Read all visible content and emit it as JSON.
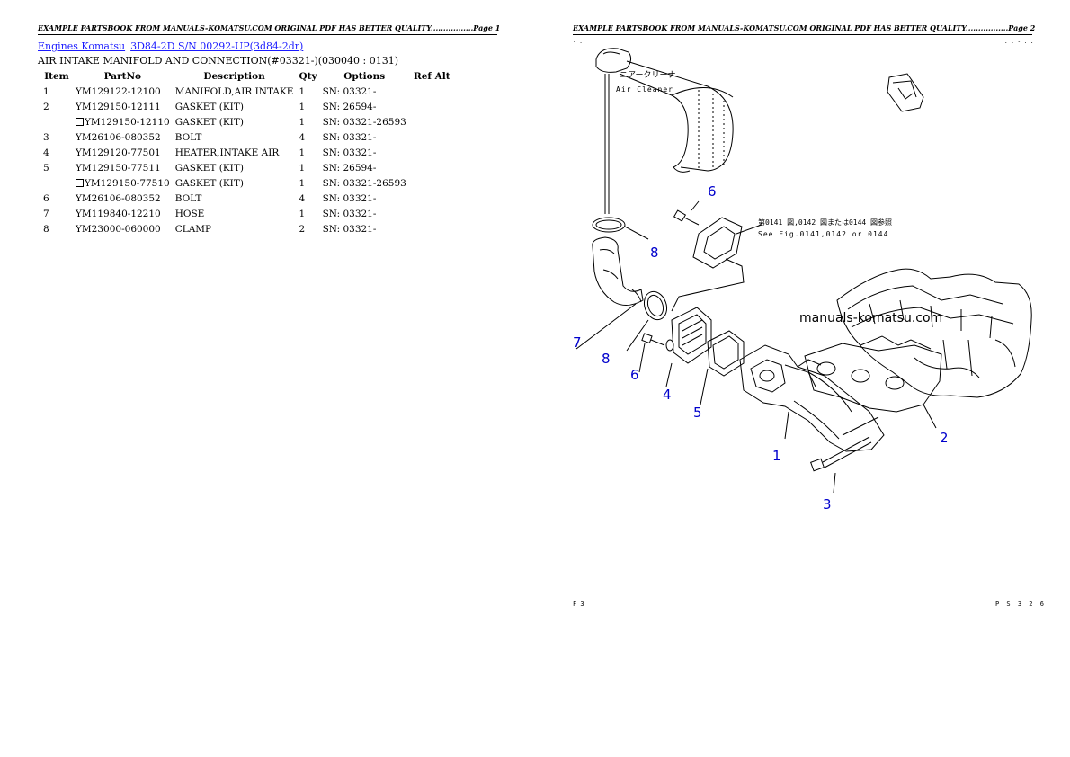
{
  "page1": {
    "header": "EXAMPLE PARTSBOOK FROM MANUALS-KOMATSU.COM ORIGINAL PDF HAS BETTER QUALITY.................Page 1",
    "breadcrumb": [
      "Engines Komatsu",
      "3D84-2D S/N 00292-UP(3d84-2dr)"
    ],
    "subtitle": "AIR INTAKE MANIFOLD AND CONNECTION(#03321-)(030040 : 0131)",
    "columns": [
      "Item",
      "PartNo",
      "Description",
      "Qty",
      "Options",
      "Ref Alt"
    ],
    "rows": [
      {
        "item": "1",
        "box": false,
        "part": "YM129122-12100",
        "desc": "MANIFOLD,AIR INTAKE",
        "qty": "1",
        "opt": "SN: 03321-",
        "ref": ""
      },
      {
        "item": "2",
        "box": false,
        "part": "YM129150-12111",
        "desc": "GASKET (KIT)",
        "qty": "1",
        "opt": "SN: 26594-",
        "ref": ""
      },
      {
        "item": "",
        "box": true,
        "part": "YM129150-12110",
        "desc": "GASKET (KIT)",
        "qty": "1",
        "opt": "SN: 03321-26593",
        "ref": ""
      },
      {
        "item": "3",
        "box": false,
        "part": "YM26106-080352",
        "desc": "BOLT",
        "qty": "4",
        "opt": "SN: 03321-",
        "ref": ""
      },
      {
        "item": "4",
        "box": false,
        "part": "YM129120-77501",
        "desc": "HEATER,INTAKE AIR",
        "qty": "1",
        "opt": "SN: 03321-",
        "ref": ""
      },
      {
        "item": "5",
        "box": false,
        "part": "YM129150-77511",
        "desc": "GASKET (KIT)",
        "qty": "1",
        "opt": "SN: 26594-",
        "ref": ""
      },
      {
        "item": "",
        "box": true,
        "part": "YM129150-77510",
        "desc": "GASKET (KIT)",
        "qty": "1",
        "opt": "SN: 03321-26593",
        "ref": ""
      },
      {
        "item": "6",
        "box": false,
        "part": "YM26106-080352",
        "desc": "BOLT",
        "qty": "4",
        "opt": "SN: 03321-",
        "ref": ""
      },
      {
        "item": "7",
        "box": false,
        "part": "YM119840-12210",
        "desc": "HOSE",
        "qty": "1",
        "opt": "SN: 03321-",
        "ref": ""
      },
      {
        "item": "8",
        "box": false,
        "part": "YM23000-060000",
        "desc": "CLAMP",
        "qty": "2",
        "opt": "SN: 03321-",
        "ref": ""
      }
    ]
  },
  "page2": {
    "header": "EXAMPLE PARTSBOOK FROM MANUALS-KOMATSU.COM ORIGINAL PDF HAS BETTER QUALITY.................Page 2",
    "diagram": {
      "air_cleaner_jp": "ニアークリーナ",
      "air_cleaner_en": "Air Cleaner",
      "see_fig_jp": "第0141 図,0142 図または0144 図参照",
      "see_fig_en": "See Fig.0141,0142 or 0144",
      "watermark": "manuals-komatsu.com",
      "callouts": [
        "6",
        "8",
        "7",
        "8",
        "6",
        "4",
        "5",
        "1",
        "2",
        "3"
      ]
    },
    "footer_left": "F 3",
    "footer_right": "P S 3 2 6"
  },
  "colors": {
    "link": "#1a1aff",
    "callout": "#0000cc",
    "line": "#000000"
  }
}
